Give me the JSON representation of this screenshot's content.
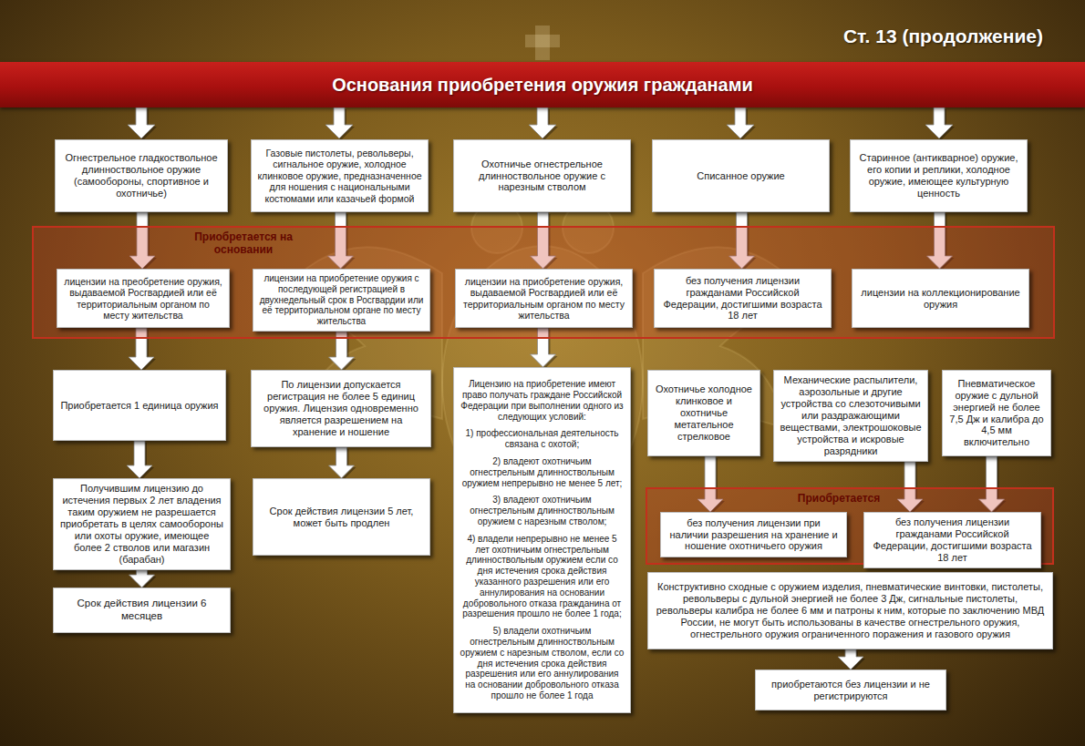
{
  "diagram": {
    "title": "Основания приобретения оружия гражданами",
    "nodes": [
      {
        "text": [
          "Огнестрельное гладкоствольное длинноствольное оружие (самообороны, спортивное и охотничье)"
        ]
      },
      {
        "text": [
          "Газовые пистолеты, револьверы, сигнальное оружие, холодное клинковое оружие, предназначенное для ношения с национальными костюмами или казачьей формой"
        ]
      },
      {
        "text": [
          "Охотничье огнестрельное длинноствольное оружие с нарезным стволом"
        ]
      },
      {
        "text": [
          "Списанное оружие"
        ]
      },
      {
        "text": [
          "Старинное (антикварное) оружие, его копии и реплики, холодное оружие, имеющее культурную ценность"
        ]
      },
      {
        "text": [
          "Приобретается на основании"
        ]
      },
      {
        "text": [
          "лицензии на преобретение оружия, выдаваемой Росгвардией или её территориальным органом по месту жительства"
        ],
        "in": 5
      },
      {
        "text": [
          "лицензии на приобретение оружия с последующей регистрацией в двухнедельный срок в Росгвардии или её территориальном органе по месту жительства"
        ],
        "in": 5
      },
      {
        "text": [
          "лицензии на приобретение оружия, выдаваемой Росгвардией или её территориальным органом по месту жительства"
        ],
        "in": 5
      },
      {
        "text": [
          "без получения лицензии гражданами Российской Федерации, достигшими возраста 18 лет"
        ],
        "in": 5
      },
      {
        "text": [
          "лицензии на коллекционирование оружия"
        ],
        "in": 5
      },
      {
        "text": [
          "Приобретается 1 единица оружия"
        ]
      },
      {
        "text": [
          "По лицензии допускается регистрация не более 5 единиц оружия. Лицензия одновременно является разрешением на хранение и ношение"
        ]
      },
      {
        "text": [
          "Лицензию на приобретение имеют право получать граждане Российской Федерации при выполнении одного из следующих условий:",
          "1) профессиональная деятельность связана с охотой;",
          "2) владеют охотничьим огнестрельным длинноствольным оружием непрерывно не менее 5 лет;",
          "3) владеют охотничьим огнестрельным длинноствольным оружием с нарезным стволом;",
          "4) владели непрерывно не менее 5 лет охотничьим огнестрельным длинноствольным оружием если со дня истечения срока действия указанного разрешения или его аннулирования на основании добровольного отказа гражданина от разрешения прошло не более 1 года;",
          "5) владели охотничьим огнестрельным длинноствольным оружием с нарезным стволом, если со дня истечения срока действия разрешения или его аннулирования на основании добровольного отказа прошло не более 1 года"
        ]
      },
      {
        "text": [
          "Охотничье холодное клинковое и охотничье метательное стрелковое"
        ]
      },
      {
        "text": [
          "Механические распылители, аэрозольные и другие устройства со слезоточивыми или раздражающими веществами, электрошоковые устройства и искровые разрядники"
        ]
      },
      {
        "text": [
          "Пневматическое оружие с дульной энергией не более 7,5 Дж и калибра до 4,5 мм включительно"
        ]
      },
      {
        "text": [
          "Получившим лицензию до истечения первых 2 лет владения таким оружием не разрешается приобретать в целях самообороны или охоты оружие, имеющее более 2 стволов или магазин (барабан)"
        ]
      },
      {
        "text": [
          "Срок действия лицензии 5 лет, может быть продлен"
        ]
      },
      {
        "text": [
          "Приобретается"
        ]
      },
      {
        "text": [
          "без получения лицензии при наличии разрешения на хранение и ношение охотничьего оружия"
        ],
        "in": 19
      },
      {
        "text": [
          "без получения лицензии гражданами Российской Федерации, достигшими возраста 18 лет"
        ],
        "in": 19
      },
      {
        "text": [
          "Срок действия лицензии 6 месяцев"
        ]
      },
      {
        "text": [
          "Конструктивно сходные с оружием изделия, пневматические винтовки, пистолеты, револьверы с дульной энергией не более 3 Дж, сигнальные пистолеты, револьверы калибра не более 6 мм и патроны к ним, которые по заключению МВД России, не могут быть использованы в качестве огнестрельного оружия, огнестрельного оружия ограниченного поражения и газового оружия"
        ]
      },
      {
        "text": [
          "приобретаются без лицензии и не регистрируются"
        ]
      }
    ],
    "edges": [
      {
        "from": 0,
        "to": 6,
        "arrow": "to"
      },
      {
        "from": 1,
        "to": 7,
        "arrow": "to"
      },
      {
        "from": 2,
        "to": 8,
        "arrow": "to"
      },
      {
        "from": 3,
        "to": 9,
        "arrow": "to"
      },
      {
        "from": 4,
        "to": 10,
        "arrow": "to"
      },
      {
        "from": 6,
        "to": 11,
        "arrow": "to"
      },
      {
        "from": 7,
        "to": 12,
        "arrow": "to"
      },
      {
        "from": 8,
        "to": 13,
        "arrow": "to"
      },
      {
        "from": 11,
        "to": 17,
        "arrow": "to"
      },
      {
        "from": 12,
        "to": 18,
        "arrow": "to"
      },
      {
        "from": 17,
        "to": 22,
        "arrow": "to"
      },
      {
        "from": 14,
        "to": 20,
        "arrow": "to"
      },
      {
        "from": 15,
        "to": 21,
        "arrow": "to"
      },
      {
        "from": 16,
        "to": 21,
        "arrow": "to"
      },
      {
        "from": 23,
        "to": 24,
        "arrow": "to"
      }
    ],
    "labels": [
      "Ст. 13 (продолжение)"
    ]
  }
}
